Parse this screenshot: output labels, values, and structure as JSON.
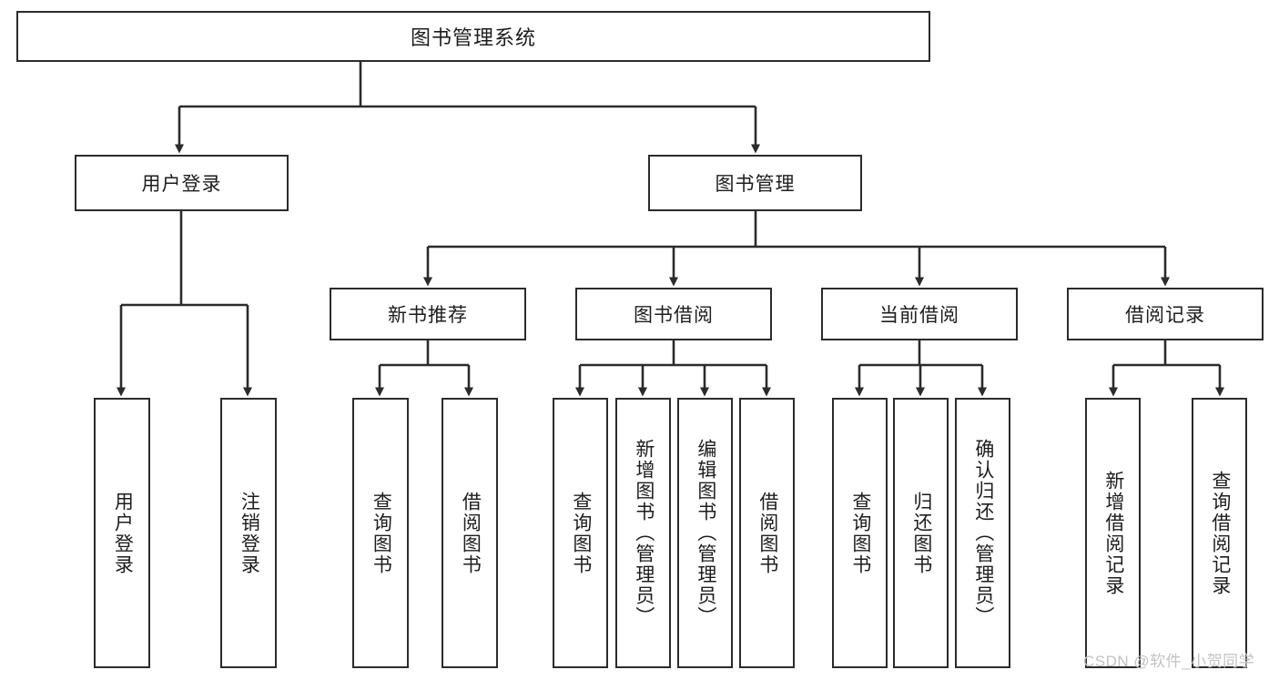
{
  "diagram": {
    "title": "图书管理系统",
    "type": "hierarchy-tree",
    "root": {
      "label": "图书管理系统"
    },
    "level2": [
      {
        "label": "用户登录"
      },
      {
        "label": "图书管理"
      }
    ],
    "level3": [
      {
        "label": "新书推荐"
      },
      {
        "label": "图书借阅"
      },
      {
        "label": "当前借阅"
      },
      {
        "label": "借阅记录"
      }
    ],
    "leaves": {
      "user_login": [
        {
          "label": "用户登录"
        },
        {
          "label": "注销登录"
        }
      ],
      "new_book_recommend": [
        {
          "label": "查询图书"
        },
        {
          "label": "借阅图书"
        }
      ],
      "book_borrow": [
        {
          "label": "查询图书"
        },
        {
          "label": "新增图书（管理员）"
        },
        {
          "label": "编辑图书（管理员）"
        },
        {
          "label": "借阅图书"
        }
      ],
      "current_borrow": [
        {
          "label": "查询图书"
        },
        {
          "label": "归还图书"
        },
        {
          "label": "确认归还（管理员）"
        }
      ],
      "borrow_record": [
        {
          "label": "新增借阅记录"
        },
        {
          "label": "查询借阅记录"
        }
      ]
    }
  },
  "watermark": {
    "text": "CSDN @软件_小贺同学"
  },
  "colors": {
    "stroke": "#2b2b2b",
    "background": "#ffffff",
    "text": "#1d1d1d",
    "watermark": "#c3c3c3"
  }
}
